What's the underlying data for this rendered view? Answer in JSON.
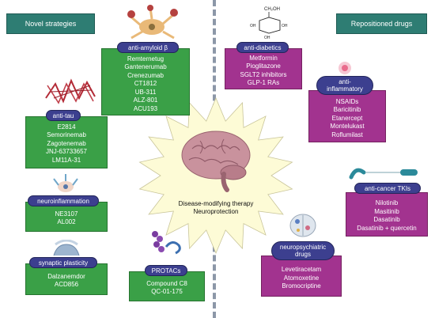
{
  "left_header": "Novel strategies",
  "right_header": "Repositioned drugs",
  "center": {
    "line1": "Disease-modifying therapy",
    "line2": "Neuroprotection"
  },
  "novel": {
    "anti_amyloid": {
      "label": "anti-amyloid β",
      "drugs": [
        "Remternetug",
        "Gantenerumab",
        "Crenezumab",
        "CT1812",
        "UB-311",
        "ALZ-801",
        "ACU193"
      ]
    },
    "anti_tau": {
      "label": "anti-tau",
      "drugs": [
        "E2814",
        "Semorinemab",
        "Zagotenemab",
        "JNJ-63733657",
        "LM11A-31"
      ]
    },
    "neuroinflammation": {
      "label": "neuroinflammation",
      "drugs": [
        "NE3107",
        "AL002"
      ]
    },
    "synaptic": {
      "label": "synaptic plasticity",
      "drugs": [
        "Dalzanemdor",
        "ACD856"
      ]
    },
    "protacs": {
      "label": "PROTACs",
      "drugs": [
        "Compound C8",
        "QC-01-175"
      ]
    }
  },
  "repositioned": {
    "anti_diabetics": {
      "label": "anti-diabetics",
      "drugs": [
        "Metformin",
        "Pioglitazone",
        "SGLT2 inhibitors",
        "GLP-1 RAs"
      ]
    },
    "anti_inflammatory": {
      "label_line1": "anti-",
      "label_line2": "inflammatory",
      "drugs": [
        "NSAIDs",
        "Baricitinib",
        "Etanercept",
        "Montelukast",
        "Roflumilast"
      ]
    },
    "anti_cancer": {
      "label": "anti-cancer TKIs",
      "drugs": [
        "Nilotinib",
        "Masitinib",
        "Dasatinib",
        "Dasatinib + quercetin"
      ]
    },
    "neuropsychiatric": {
      "label_line1": "neuropsychiatric",
      "label_line2": "drugs",
      "drugs": [
        "Levetiracetam",
        "Atomoxetine",
        "Bromocriptine"
      ]
    }
  },
  "glucose_label": "CH₂OH",
  "glucose_oh": "OH",
  "colors": {
    "teal": "#2e7d73",
    "green": "#3aa047",
    "magenta": "#a2338f",
    "pill": "#3c3f8f",
    "star": "#fdfbd6"
  }
}
